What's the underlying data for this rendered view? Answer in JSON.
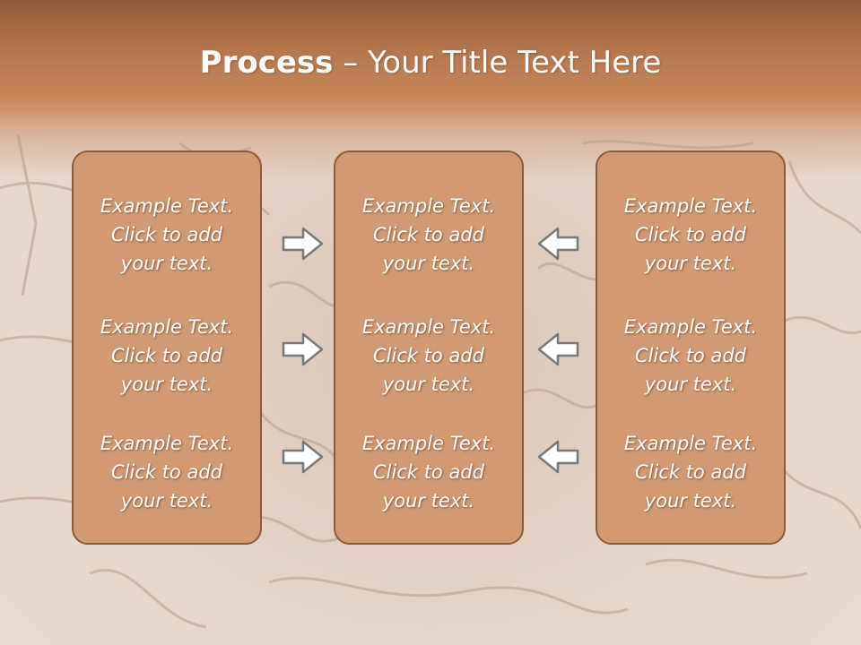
{
  "title": {
    "bold": "Process",
    "dash": " – ",
    "rest": "Your Title Text Here"
  },
  "columns": [
    {
      "items": [
        {
          "l1": "Example Text.",
          "l2": "Click  to add",
          "l3": "your text."
        },
        {
          "l1": "Example Text.",
          "l2": "Click  to add",
          "l3": "your text."
        },
        {
          "l1": "Example Text.",
          "l2": "Click  to add",
          "l3": "your text."
        }
      ]
    },
    {
      "items": [
        {
          "l1": "Example Text.",
          "l2": "Click  to add",
          "l3": "your text."
        },
        {
          "l1": "Example Text.",
          "l2": "Click  to add",
          "l3": "your text."
        },
        {
          "l1": "Example Text.",
          "l2": "Click  to add",
          "l3": "your text."
        }
      ]
    },
    {
      "items": [
        {
          "l1": "Example Text.",
          "l2": "Click  to add",
          "l3": "your text."
        },
        {
          "l1": "Example Text.",
          "l2": "Click  to add",
          "l3": "your text."
        },
        {
          "l1": "Example Text.",
          "l2": "Click  to add",
          "l3": "your text."
        }
      ]
    }
  ],
  "colors": {
    "box_fill": "#d19a72",
    "box_border": "#8c5a3c",
    "arrow_fill": "#ffffff",
    "arrow_stroke": "#777777"
  },
  "icons": {
    "left_arrows": "arrow-right-icon",
    "right_arrows": "arrow-left-icon"
  }
}
